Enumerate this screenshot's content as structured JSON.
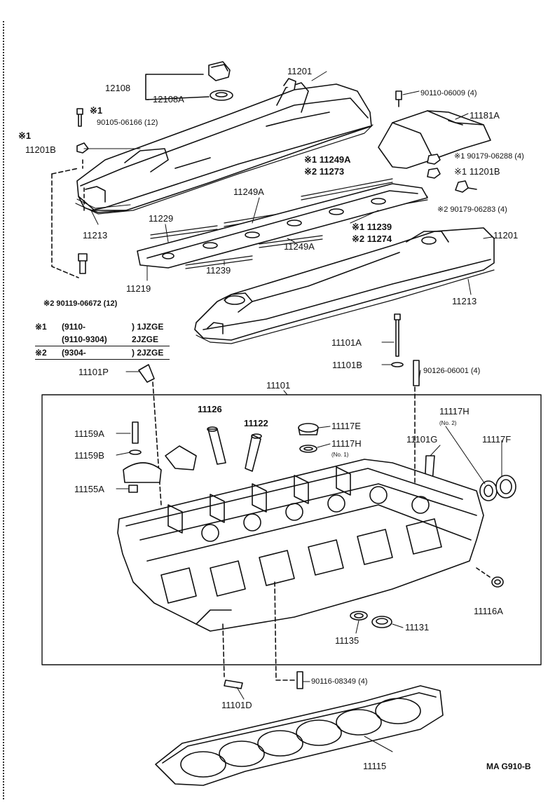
{
  "diagram": {
    "ref_code": "MA G910-B",
    "labels": {
      "p12108": "12108",
      "p12108A": "12108A",
      "p11201_top": "11201",
      "p90110": "90110-06009 (4)",
      "p11181A": "11181A",
      "star1_a": "※1",
      "p90105": "90105-06166 (12)",
      "star1_b": "※1",
      "p11201B_left": "11201B",
      "p11249A_s1": "※1 11249A",
      "p11273_s2": "※2 11273",
      "p90179_06288": "※1 90179-06288 (4)",
      "p11201B_right": "※1 11201B",
      "p90179_06283": "※2 90179-06283 (4)",
      "p11249A_mid": "11249A",
      "p11229": "11229",
      "p11213_left": "11213",
      "p11239_s1": "※1 11239",
      "p11274_s2": "※2 11274",
      "p11201_right": "11201",
      "p11249A_low": "11249A",
      "p11239": "11239",
      "p11219": "11219",
      "p90119": "※2 90119-06672 (12)",
      "p11213_right": "11213",
      "p11101A": "11101A",
      "p11101B": "11101B",
      "p90126": "90126-06001 (4)",
      "p11101P": "11101P",
      "p11101": "11101",
      "p11126": "11126",
      "p11122": "11122",
      "p11117E": "11117E",
      "p11117H_h": "11117H",
      "p11117H_h_note": "(No. 2)",
      "p11159A": "11159A",
      "p11101G": "11101G",
      "p11117F": "11117F",
      "p11117H_l": "11117H",
      "p11117H_l_note": "(No. 1)",
      "p11159B": "11159B",
      "p11155A": "11155A",
      "p11116A": "11116A",
      "p11131": "11131",
      "p11135": "11135",
      "p90116": "90116-08349 (4)",
      "p11101D": "11101D",
      "p11115": "11115"
    },
    "notes": [
      {
        "mark": "※1",
        "range": "(9110-",
        "model": ") 1JZGE"
      },
      {
        "mark": "",
        "range": "(9110-9304)",
        "model": "2JZGE"
      },
      {
        "mark": "※2",
        "range": "(9304-",
        "model": ") 2JZGE"
      }
    ]
  }
}
